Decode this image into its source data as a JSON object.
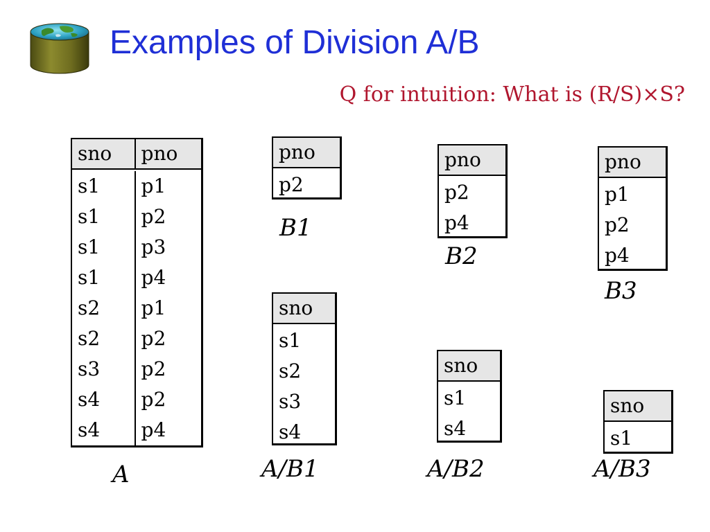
{
  "slide": {
    "title": "Examples of Division A/B",
    "subtitle": "Q for intuition: What is (R/S)×S?"
  },
  "relations": {
    "A": {
      "caption": "A",
      "columns": [
        "sno",
        "pno"
      ],
      "rows": [
        [
          "s1",
          "p1"
        ],
        [
          "s1",
          "p2"
        ],
        [
          "s1",
          "p3"
        ],
        [
          "s1",
          "p4"
        ],
        [
          "s2",
          "p1"
        ],
        [
          "s2",
          "p2"
        ],
        [
          "s3",
          "p2"
        ],
        [
          "s4",
          "p2"
        ],
        [
          "s4",
          "p4"
        ]
      ]
    },
    "B1": {
      "caption": "B1",
      "columns": [
        "pno"
      ],
      "rows": [
        [
          "p2"
        ]
      ]
    },
    "B2": {
      "caption": "B2",
      "columns": [
        "pno"
      ],
      "rows": [
        [
          "p2"
        ],
        [
          "p4"
        ]
      ]
    },
    "B3": {
      "caption": "B3",
      "columns": [
        "pno"
      ],
      "rows": [
        [
          "p1"
        ],
        [
          "p2"
        ],
        [
          "p4"
        ]
      ]
    },
    "AB1": {
      "caption": "A/B1",
      "columns": [
        "sno"
      ],
      "rows": [
        [
          "s1"
        ],
        [
          "s2"
        ],
        [
          "s3"
        ],
        [
          "s4"
        ]
      ]
    },
    "AB2": {
      "caption": "A/B2",
      "columns": [
        "sno"
      ],
      "rows": [
        [
          "s1"
        ],
        [
          "s4"
        ]
      ]
    },
    "AB3": {
      "caption": "A/B3",
      "columns": [
        "sno"
      ],
      "rows": [
        [
          "s1"
        ]
      ]
    }
  },
  "icons": {
    "logo": "database-globe-icon"
  },
  "colors": {
    "title": "#1f2fd6",
    "subtitle": "#b0162e",
    "header_fill": "#e6e6e6"
  }
}
